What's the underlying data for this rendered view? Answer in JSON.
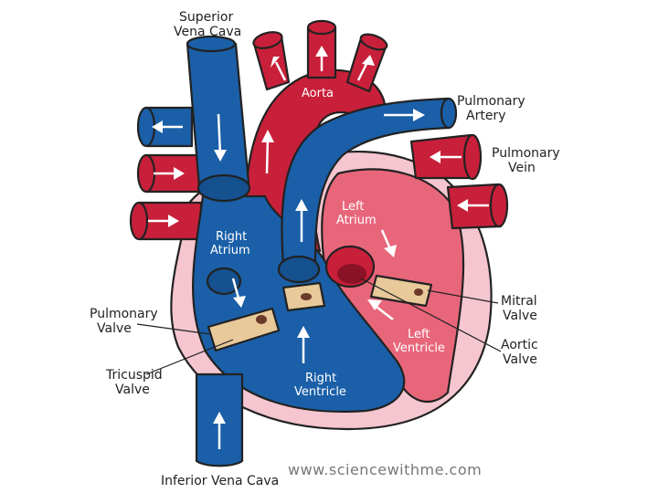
{
  "labels": {
    "superior_vena_cava": [
      "Superior",
      "Vena Cava"
    ],
    "aorta": "Aorta",
    "pulmonary_artery": [
      "Pulmonary",
      "Artery"
    ],
    "pulmonary_vein": [
      "Pulmonary",
      "Vein"
    ],
    "left_atrium": [
      "Left",
      "Atrium"
    ],
    "right_atrium": [
      "Right",
      "Atrium"
    ],
    "pulmonary_valve": [
      "Pulmonary",
      "Valve"
    ],
    "mitral_valve": [
      "Mitral",
      "Valve"
    ],
    "aortic_valve": [
      "Aortic",
      "Valve"
    ],
    "left_ventricle": [
      "Left",
      "Ventricle"
    ],
    "tricuspid_valve": [
      "Tricuspid",
      "Valve"
    ],
    "right_ventricle": [
      "Right",
      "Ventricle"
    ],
    "inferior_vena_cava": "Inferior Vena Cava"
  },
  "watermark": "www.sciencewithme.com",
  "colors": {
    "oxygen_poor_blue": "#1a5fa8",
    "oxygen_rich_red": "#c8203a",
    "chamber_pink": "#e8667a",
    "wall_pink": "#f5c6d0",
    "valve_tan": "#e8c99a",
    "outline": "#222222"
  }
}
